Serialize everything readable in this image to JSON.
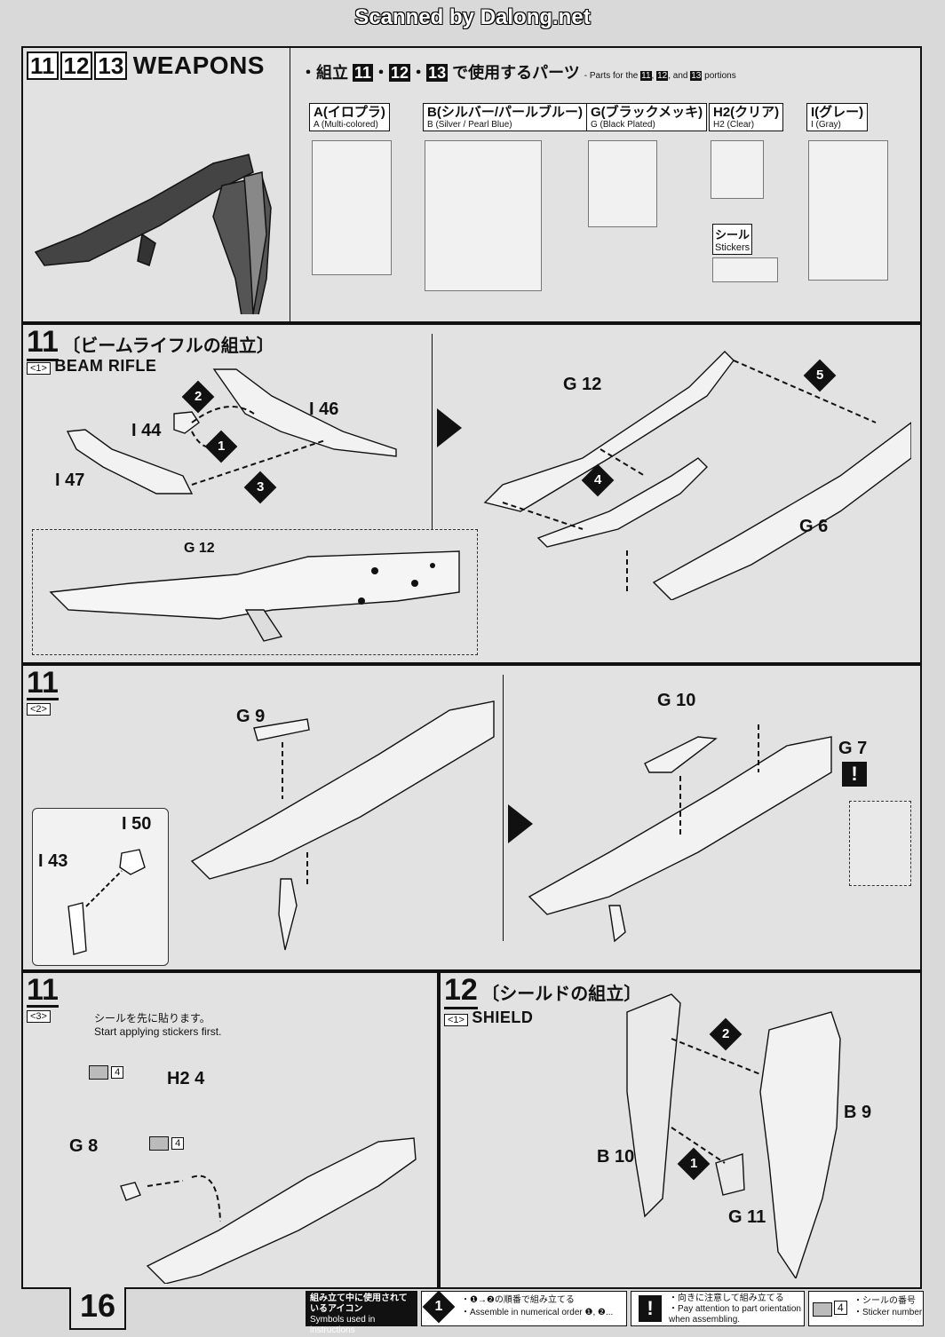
{
  "watermark": "Scanned by Dalong.net",
  "header": {
    "step_numbers": [
      "11",
      "12",
      "13"
    ],
    "title": "WEAPONS"
  },
  "parts_panel": {
    "title_prefix": "・組立",
    "title_nums": [
      "11",
      "12",
      "13"
    ],
    "title_suffix": "で使用するパーツ",
    "subtitle_prefix": "- Parts for the",
    "subtitle_nums": [
      "11",
      "12",
      "13"
    ],
    "subtitle_and": "and",
    "subtitle_suffix": "portions",
    "runners": [
      {
        "top": "A(イロプラ)",
        "sub": "A (Multi-colored)"
      },
      {
        "top": "B(シルバー/パールブルー)",
        "sub": "B (Silver / Pearl Blue)"
      },
      {
        "top": "G(ブラックメッキ)",
        "sub": "G (Black Plated)"
      },
      {
        "top": "H2(クリア)",
        "sub": "H2 (Clear)"
      },
      {
        "top": "I(グレー)",
        "sub": "I (Gray)"
      }
    ],
    "sticker": {
      "jp": "シール",
      "en": "Stickers"
    }
  },
  "step11_1": {
    "num": "11",
    "sub": "<1>",
    "title_jp": "〔ビームライフルの組立〕",
    "title_en": "BEAM RIFLE",
    "parts": [
      "I 44",
      "I 46",
      "I 47",
      "G 12",
      "G 6",
      "G 12"
    ],
    "seq": [
      "1",
      "2",
      "3",
      "4",
      "5"
    ]
  },
  "step11_2": {
    "num": "11",
    "sub": "<2>",
    "parts": [
      "G 9",
      "I 50",
      "I 43",
      "G 10",
      "G 7"
    ]
  },
  "step11_3": {
    "num": "11",
    "sub": "<3>",
    "note_jp": "シールを先に貼ります。",
    "note_en": "Start applying stickers first.",
    "parts": [
      "H2 4",
      "G 8"
    ],
    "sticker_no": "4"
  },
  "step12_1": {
    "num": "12",
    "sub": "<1>",
    "title_jp": "〔シールドの組立〕",
    "title_en": "SHIELD",
    "parts": [
      "B 9",
      "B 10",
      "G 11"
    ],
    "seq": [
      "1",
      "2"
    ]
  },
  "footer": {
    "page": "16",
    "legend_title_jp": "組み立て中に使用されているアイコン",
    "legend_title_en": "Symbols used in instructions",
    "order_jp": "・❶→❷の順番で組み立てる",
    "order_en": "・Assemble in numerical order ❶, ❷...",
    "attention_jp": "・向きに注意して組み立てる",
    "attention_en": "・Pay attention to part orientation when assembling.",
    "sticker_jp": "・シールの番号",
    "sticker_en": "・Sticker number",
    "sticker_num": "4",
    "order_icon": "1",
    "attention_icon": "!"
  }
}
